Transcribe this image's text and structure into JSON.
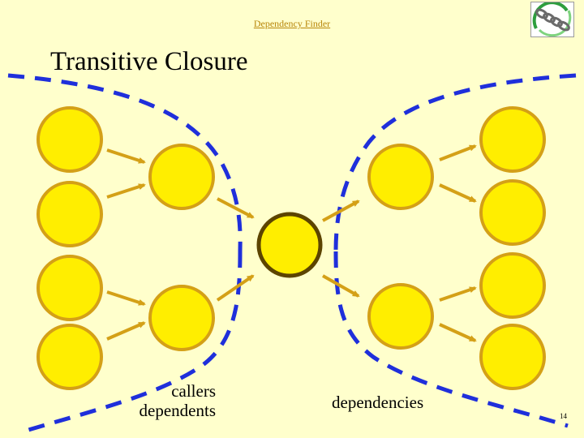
{
  "header": {
    "link_text": "Dependency Finder"
  },
  "title": "Transitive Closure",
  "labels": {
    "callers": "callers",
    "dependents": "dependents",
    "dependencies": "dependencies"
  },
  "page_number": "14",
  "logo": {
    "icon": "chain-links-icon"
  },
  "colors": {
    "background": "#FFFFCC",
    "node_fill": "#FFEE00",
    "node_border": "#D4A017",
    "center_border": "#5C4400",
    "arrow": "#D4A017",
    "boundary": "#1F2FDB",
    "link": "#B8860B"
  }
}
